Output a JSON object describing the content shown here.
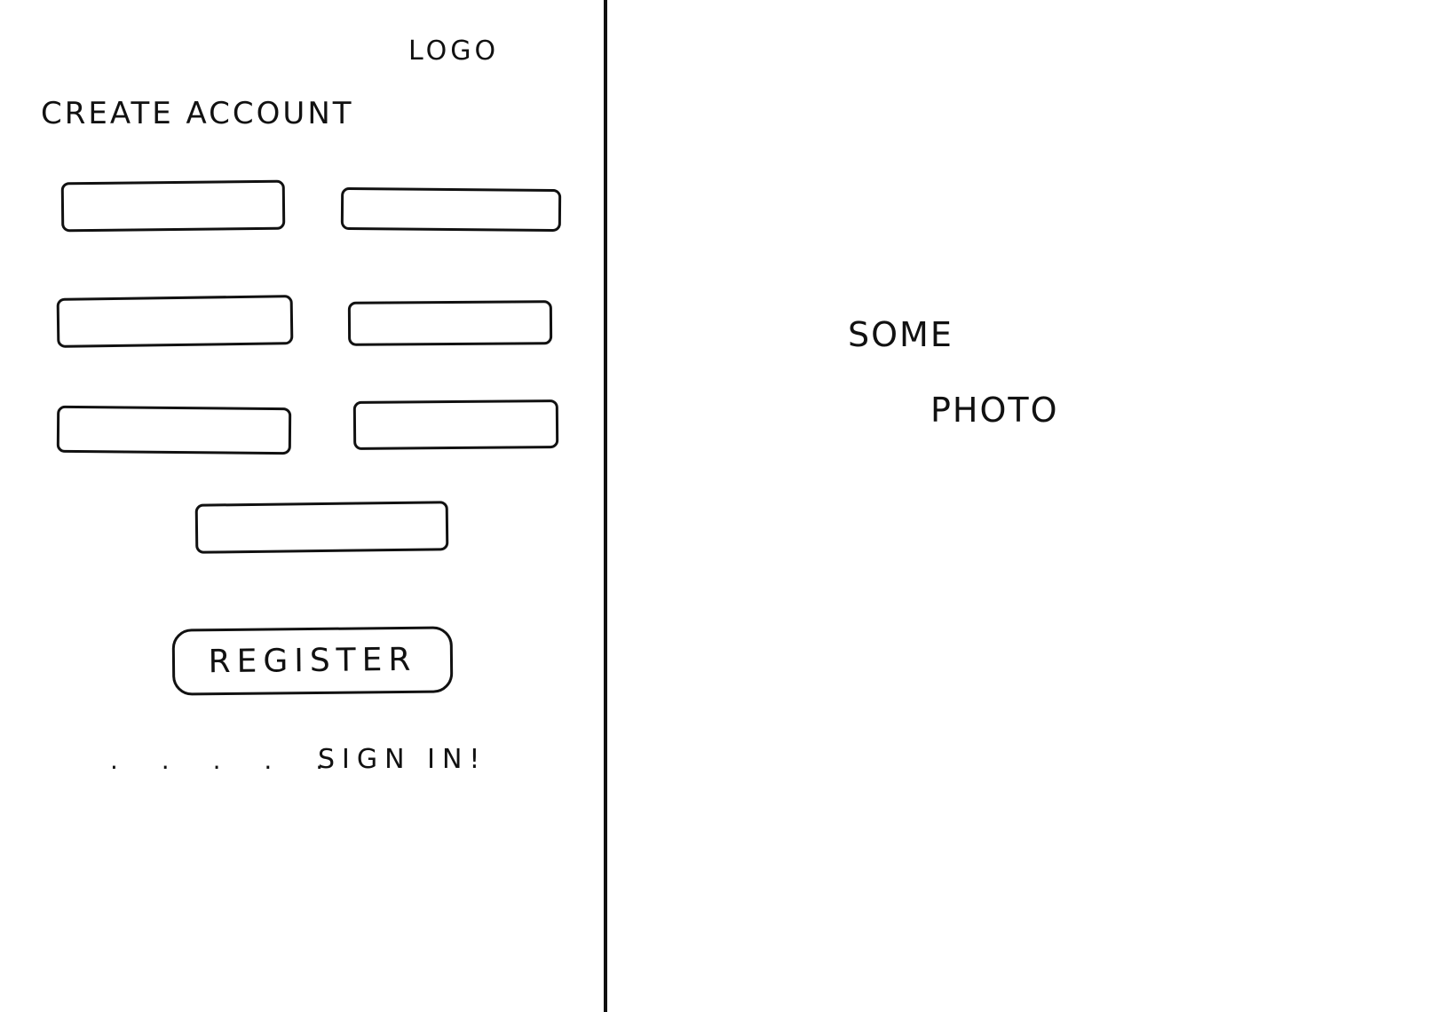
{
  "header": {
    "logo_text": "LOGO"
  },
  "form": {
    "title": "CREATE ACCOUNT",
    "fields": [
      {
        "value": "",
        "placeholder": ""
      },
      {
        "value": "",
        "placeholder": ""
      },
      {
        "value": "",
        "placeholder": ""
      },
      {
        "value": "",
        "placeholder": ""
      },
      {
        "value": "",
        "placeholder": ""
      },
      {
        "value": "",
        "placeholder": ""
      },
      {
        "value": "",
        "placeholder": ""
      }
    ],
    "submit_label": "REGISTER",
    "footer": {
      "leader": ". . . . .",
      "link_label": "SIGN IN!"
    }
  },
  "photo_panel": {
    "line_1": "SOME",
    "line_2": "PHOTO"
  },
  "colors": {
    "ink": "#111111",
    "paper": "#ffffff"
  }
}
